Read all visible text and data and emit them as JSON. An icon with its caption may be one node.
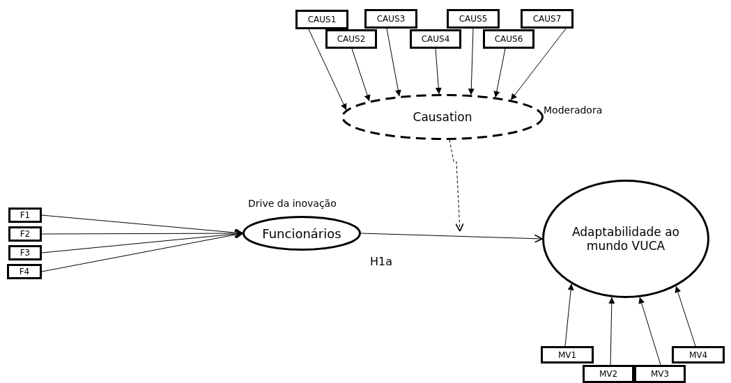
{
  "diagram": {
    "nodes": [
      {
        "text": [
          "CAUS1"
        ]
      },
      {
        "text": [
          "CAUS2"
        ]
      },
      {
        "text": [
          "CAUS3"
        ]
      },
      {
        "text": [
          "CAUS4"
        ]
      },
      {
        "text": [
          "CAUS5"
        ]
      },
      {
        "text": [
          "CAUS6"
        ]
      },
      {
        "text": [
          "CAUS7"
        ]
      },
      {
        "text": [
          "Causation"
        ],
        "beside": [
          "Moderadora"
        ]
      },
      {
        "text": [
          "F1"
        ]
      },
      {
        "text": [
          "F2"
        ]
      },
      {
        "text": [
          "F3"
        ]
      },
      {
        "text": [
          "F4"
        ]
      },
      {
        "text": [
          "Funcionários"
        ],
        "beside": [
          "Drive da inovação"
        ]
      },
      {
        "text": [
          "Adaptabilidade ao mundo VUCA"
        ]
      },
      {
        "text": [
          "MV1"
        ]
      },
      {
        "text": [
          "MV2"
        ]
      },
      {
        "text": [
          "MV3"
        ]
      },
      {
        "text": [
          "MV4"
        ]
      }
    ],
    "edges": [
      {
        "from": 0,
        "to": 7,
        "arrow": "to"
      },
      {
        "from": 1,
        "to": 7,
        "arrow": "to"
      },
      {
        "from": 2,
        "to": 7,
        "arrow": "to"
      },
      {
        "from": 3,
        "to": 7,
        "arrow": "to"
      },
      {
        "from": 4,
        "to": 7,
        "arrow": "to"
      },
      {
        "from": 5,
        "to": 7,
        "arrow": "to"
      },
      {
        "from": 6,
        "to": 7,
        "arrow": "to"
      },
      {
        "from": 8,
        "to": 12,
        "arrow": "to"
      },
      {
        "from": 9,
        "to": 12,
        "arrow": "to"
      },
      {
        "from": 10,
        "to": 12,
        "arrow": "to"
      },
      {
        "from": 11,
        "to": 12,
        "arrow": "to"
      },
      {
        "from": 12,
        "to": 13,
        "arrow": "to",
        "label": "H1a"
      },
      {
        "from": 7,
        "to": null,
        "arrow": "to",
        "style": "dashed"
      },
      {
        "from": 14,
        "to": 13,
        "arrow": "to"
      },
      {
        "from": 15,
        "to": 13,
        "arrow": "to"
      },
      {
        "from": 16,
        "to": 13,
        "arrow": "to"
      },
      {
        "from": 17,
        "to": 13,
        "arrow": "to"
      }
    ]
  }
}
